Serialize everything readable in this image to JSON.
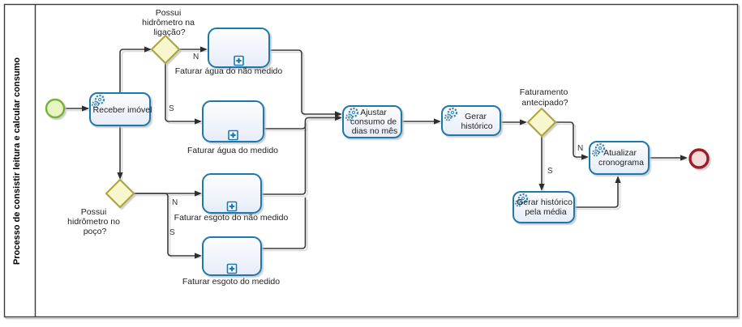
{
  "pool": {
    "label": "Processo de consistir leitura e calcular consumo"
  },
  "nodes": {
    "start_event": {
      "type": "start-event"
    },
    "end_event": {
      "type": "end-event"
    },
    "receber_imovel": {
      "label": "Receber imóvel",
      "type": "service-task"
    },
    "gw_ligacao": {
      "label_lines": [
        "Possui",
        "hidrômetro na",
        "ligação?"
      ],
      "type": "gateway"
    },
    "faturar_agua_nao_medido": {
      "label": "Faturar água do não medido",
      "type": "subprocess"
    },
    "faturar_agua_medido": {
      "label": "Faturar água do medido",
      "type": "subprocess"
    },
    "gw_poco": {
      "label_lines": [
        "Possui",
        "hidrômetro no",
        "poço?"
      ],
      "type": "gateway"
    },
    "faturar_esgoto_nao_medido": {
      "label": "Faturar esgoto do não medido",
      "type": "subprocess"
    },
    "faturar_esgoto_medido": {
      "label": "Faturar esgoto do medido",
      "type": "subprocess"
    },
    "ajustar_consumo": {
      "label_lines": [
        "Ajustar",
        "consumo de",
        "dias no mês"
      ],
      "type": "service-task"
    },
    "gerar_historico": {
      "label_lines": [
        "Gerar",
        "histórico"
      ],
      "type": "service-task"
    },
    "gw_faturamento": {
      "label_lines": [
        "Faturamento",
        "antecipado?"
      ],
      "type": "gateway"
    },
    "atualizar_cronograma": {
      "label_lines": [
        "Atualizar",
        "cronograma"
      ],
      "type": "service-task"
    },
    "gerar_historico_media": {
      "label_lines": [
        "Gerar histórico",
        "pela média"
      ],
      "type": "service-task"
    }
  },
  "flow_labels": {
    "ligacao_n": "N",
    "ligacao_s": "S",
    "poco_n": "N",
    "poco_s": "S",
    "faturamento_n": "N",
    "faturamento_s": "S"
  },
  "colors": {
    "task_border": "#1f78ad",
    "task_fill_top": "#fdfdff",
    "task_fill_bottom": "#e6ecf7",
    "gateway_fill": "#f8f6cd",
    "gateway_border": "#aba43a",
    "start_fill": "#e8f5c2",
    "start_border": "#74b236",
    "end_fill": "#f6dbdb",
    "end_border": "#a01d21",
    "flow": "#3b3b3b",
    "icon_blue": "#4189ba"
  }
}
